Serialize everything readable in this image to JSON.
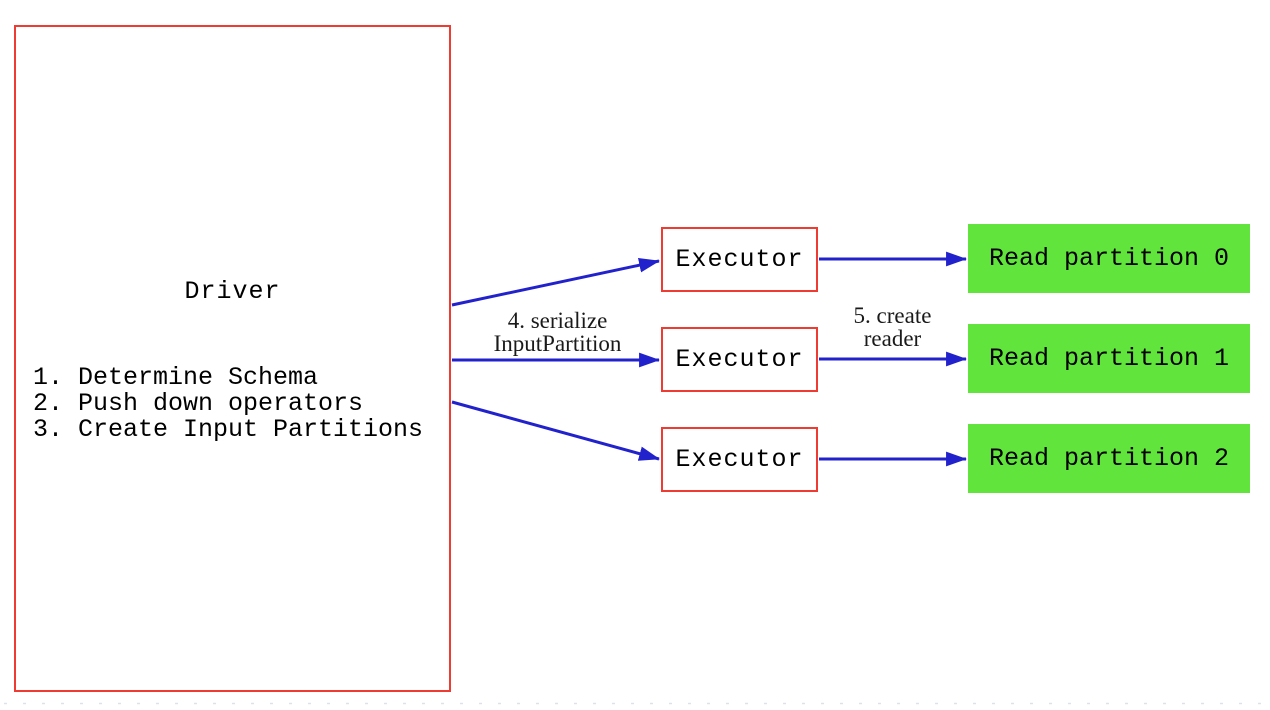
{
  "driver": {
    "title": "Driver",
    "steps": [
      "1. Determine Schema",
      "2. Push down operators",
      "3. Create Input Partitions"
    ]
  },
  "executors": [
    {
      "label": "Executor"
    },
    {
      "label": "Executor"
    },
    {
      "label": "Executor"
    }
  ],
  "read_partitions": [
    {
      "label": "Read partition 0"
    },
    {
      "label": "Read partition 1"
    },
    {
      "label": "Read partition 2"
    }
  ],
  "arrow_labels": {
    "serialize_line1": "4. serialize",
    "serialize_line2": "InputPartition",
    "reader_line1": "5. create",
    "reader_line2": "reader"
  },
  "colors": {
    "box_border_red": "#ee3c32",
    "arrow_blue": "#2222cc",
    "partition_green": "#61e53d",
    "text_black": "#000000"
  }
}
